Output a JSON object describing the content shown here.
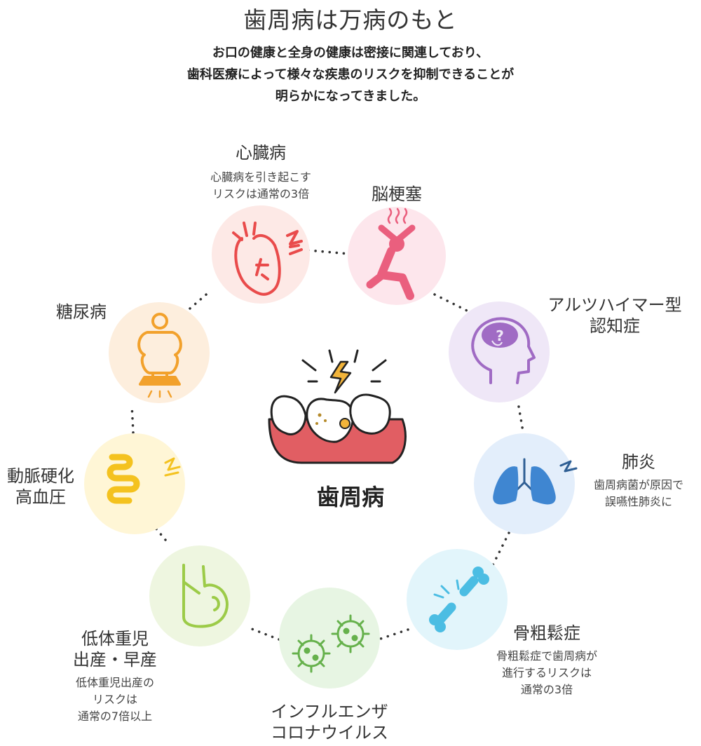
{
  "header": {
    "title": "歯周病は万病のもと",
    "intro_lines": [
      "お口の健康と全身の健康は密接に関連しており、",
      "歯科医療によって様々な疾患のリスクを抑制できることが",
      "明らかになってきました。"
    ]
  },
  "center": {
    "label": "歯周病",
    "icon": "toothache-icon"
  },
  "diseases": [
    {
      "id": "heart",
      "name": "心臓病",
      "desc": [
        "心臓病を引き起こす",
        "リスクは通常の3倍"
      ],
      "icon": "heart-icon",
      "bg": "#fde9e6",
      "color": "#e94b4b"
    },
    {
      "id": "stroke",
      "name": "脳梗塞",
      "desc": [],
      "icon": "headache-person-icon",
      "bg": "#fde6ec",
      "color": "#ea5f7e"
    },
    {
      "id": "dementia",
      "name_lines": [
        "アルツハイマー型",
        "認知症"
      ],
      "desc": [],
      "icon": "brain-question-icon",
      "bg": "#efe7f7",
      "color": "#a06bc4"
    },
    {
      "id": "pneumonia",
      "name": "肺炎",
      "desc": [
        "歯周病菌が原因で",
        "誤嚥性肺炎に"
      ],
      "icon": "lungs-icon",
      "bg": "#e3eefb",
      "color": "#3f86d1"
    },
    {
      "id": "osteoporosis",
      "name": "骨粗鬆症",
      "desc": [
        "骨粗鬆症で歯周病が",
        "進行するリスクは",
        "通常の3倍"
      ],
      "icon": "broken-bone-icon",
      "bg": "#e2f5fb",
      "color": "#4bbde3"
    },
    {
      "id": "influenza",
      "name_lines": [
        "インフルエンザ",
        "コロナウイルス"
      ],
      "desc": [],
      "icon": "virus-icon",
      "bg": "#e7f5e3",
      "color": "#66b14c"
    },
    {
      "id": "lowbirth",
      "name_lines": [
        "低体重児",
        "出産・早産"
      ],
      "desc": [
        "低体重児出産の",
        "リスクは",
        "通常の7倍以上"
      ],
      "icon": "pregnant-woman-icon",
      "bg": "#eef6e0",
      "color": "#9ccb48"
    },
    {
      "id": "arterio",
      "name_lines": [
        "動脈硬化",
        "高血圧"
      ],
      "desc": [],
      "icon": "blood-vessel-icon",
      "bg": "#fff6d6",
      "color": "#f4c21f"
    },
    {
      "id": "diabetes",
      "name": "糖尿病",
      "desc": [],
      "icon": "obese-person-icon",
      "bg": "#fdeedd",
      "color": "#f2a12c"
    }
  ]
}
